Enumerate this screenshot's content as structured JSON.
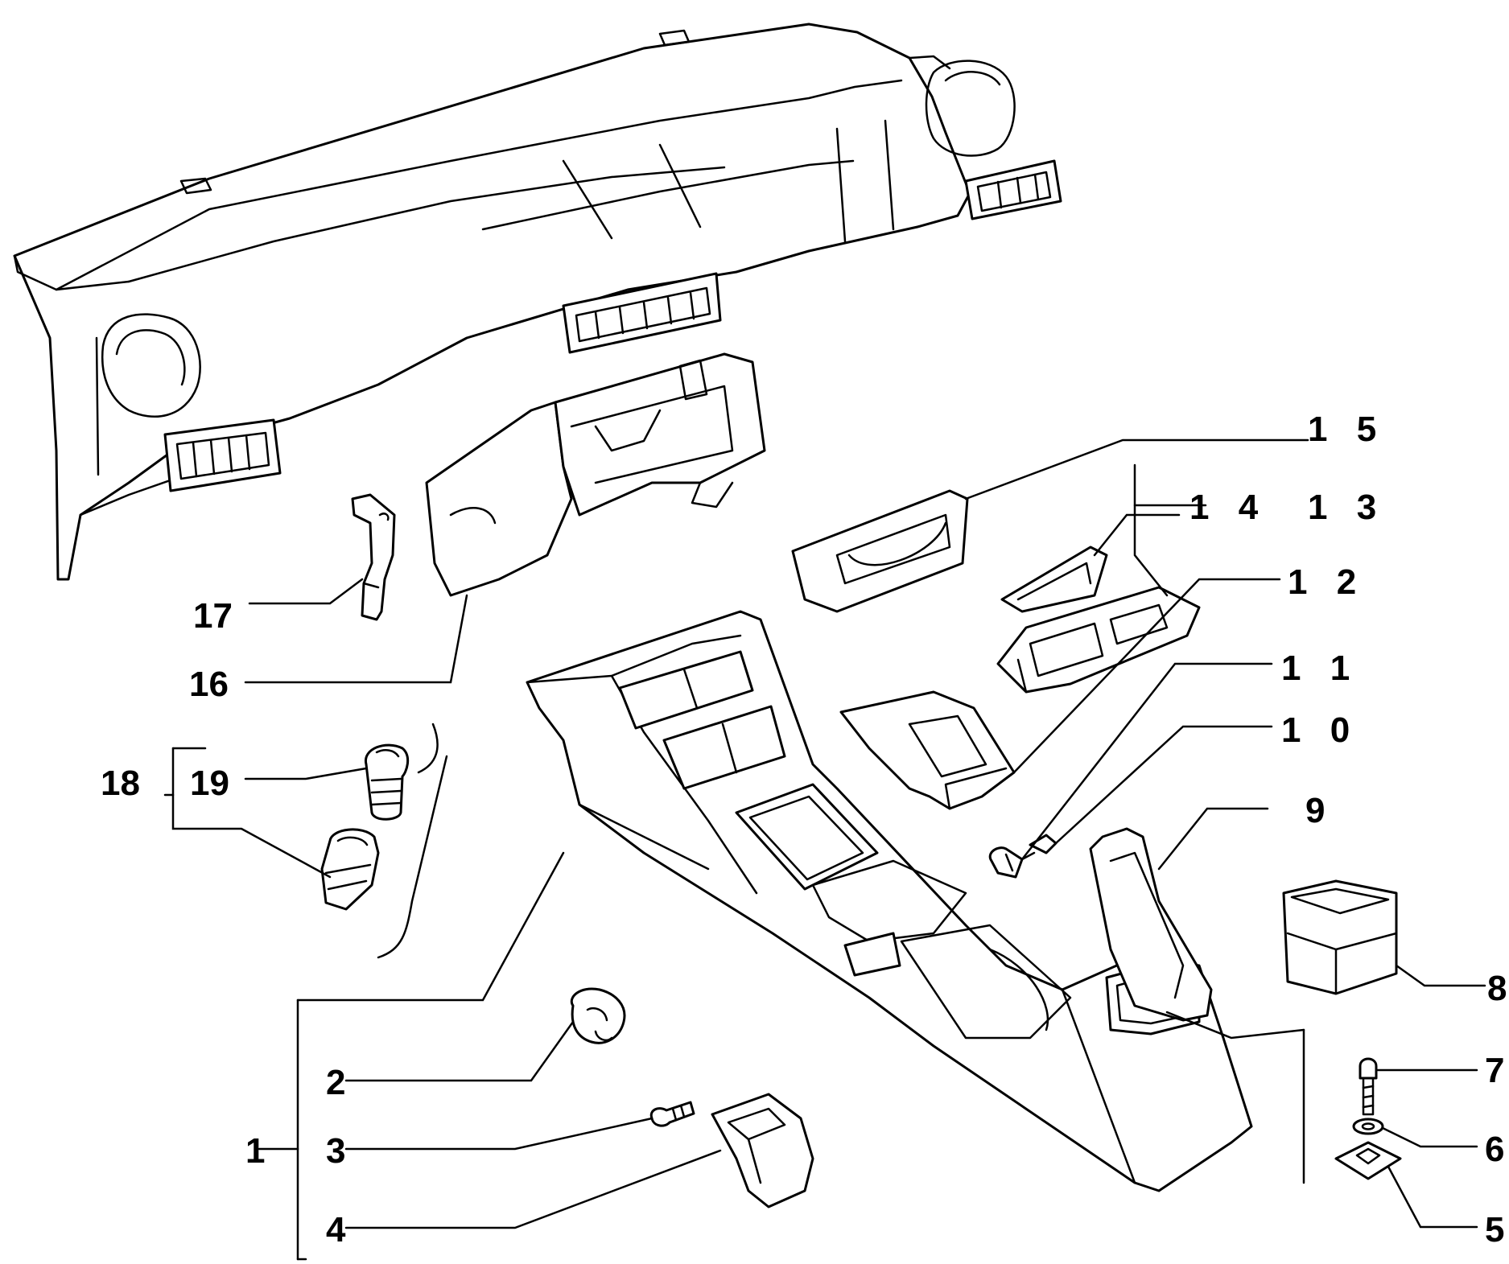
{
  "diagram": {
    "type": "exploded-parts-diagram",
    "callouts": [
      {
        "id": "c1",
        "text": "1"
      },
      {
        "id": "c2",
        "text": "2"
      },
      {
        "id": "c3",
        "text": "3"
      },
      {
        "id": "c4",
        "text": "4"
      },
      {
        "id": "c5",
        "text": "5"
      },
      {
        "id": "c6",
        "text": "6"
      },
      {
        "id": "c7",
        "text": "7"
      },
      {
        "id": "c8",
        "text": "8"
      },
      {
        "id": "c9",
        "text": "9"
      },
      {
        "id": "c10",
        "text": "1 0"
      },
      {
        "id": "c11",
        "text": "1 1"
      },
      {
        "id": "c12",
        "text": "1 2"
      },
      {
        "id": "c13",
        "text": "1 3"
      },
      {
        "id": "c14",
        "text": "1 4"
      },
      {
        "id": "c15",
        "text": "1 5"
      },
      {
        "id": "c16",
        "text": "16"
      },
      {
        "id": "c17",
        "text": "17"
      },
      {
        "id": "c18",
        "text": "18"
      },
      {
        "id": "c19",
        "text": "19"
      }
    ]
  }
}
